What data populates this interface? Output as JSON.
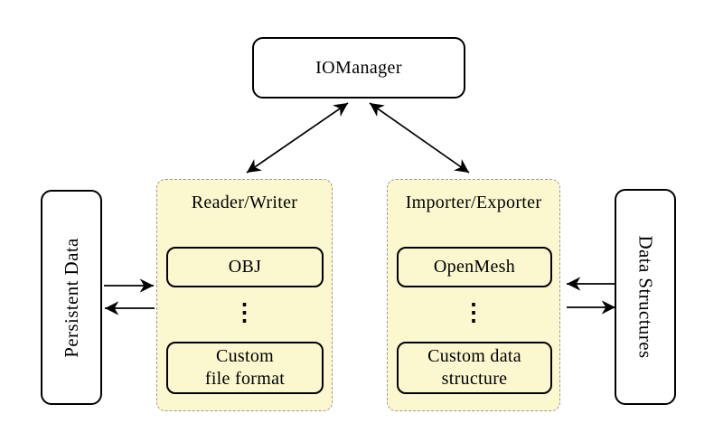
{
  "diagram": {
    "colors": {
      "group_fill": "#fbf8cf",
      "group_border": "#9a9a9a",
      "box_border": "#000000",
      "arrow": "#000000"
    },
    "io_manager": {
      "label": "IOManager"
    },
    "persistent_data": {
      "label": "Persistent Data"
    },
    "data_structures": {
      "label": "Data Structures"
    },
    "reader_writer": {
      "title": "Reader/Writer",
      "dots": "⋮",
      "items": [
        {
          "lines": [
            "OBJ"
          ]
        },
        {
          "lines": [
            "Custom",
            "file format"
          ]
        }
      ]
    },
    "importer_exporter": {
      "title": "Importer/Exporter",
      "dots": "⋮",
      "items": [
        {
          "lines": [
            "OpenMesh"
          ]
        },
        {
          "lines": [
            "Custom data",
            "structure"
          ]
        }
      ]
    }
  }
}
